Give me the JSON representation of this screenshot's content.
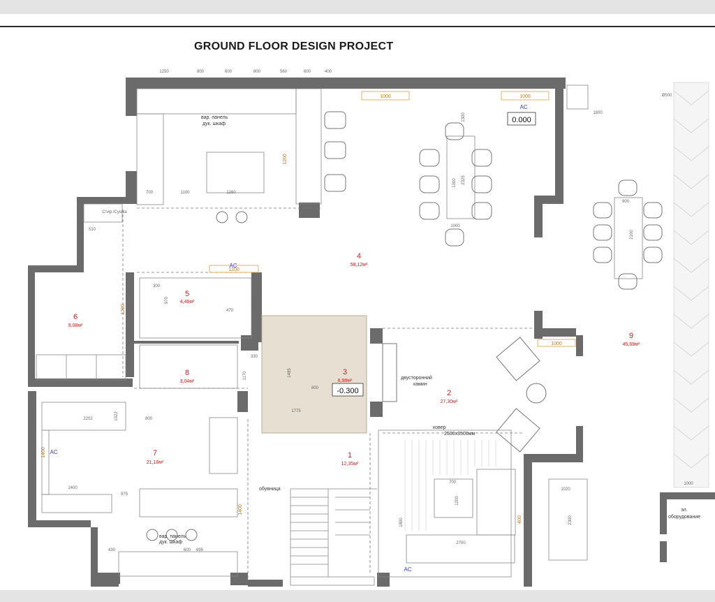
{
  "title": "GROUND FLOOR DESIGN PROJECT",
  "levels": {
    "main": "0.000",
    "sunken": "-0.300"
  },
  "ac_label": "AC",
  "rooms": [
    {
      "number": "1",
      "area": "12,35м²"
    },
    {
      "number": "2",
      "area": "27,30м²"
    },
    {
      "number": "3",
      "area": "6,98м²"
    },
    {
      "number": "4",
      "area": "58,12м²"
    },
    {
      "number": "5",
      "area": "4,46м²"
    },
    {
      "number": "6",
      "area": "9,08м²"
    },
    {
      "number": "7",
      "area": "21,18м²"
    },
    {
      "number": "8",
      "area": "3,04м²"
    },
    {
      "number": "9",
      "area": "45,69м²"
    }
  ],
  "notes": {
    "bar_panel_top": "вар. панель",
    "oven_top": "дук. шкаф",
    "bar_panel_bottom": "вар. панель",
    "oven_bottom": "дук. шкаф",
    "fireplace_1": "двусторонний",
    "fireplace_2": "камин",
    "carpet": "ковер",
    "carpet_size": "2500х3500мм",
    "shoes": "обувница",
    "equipment_1": "эл.",
    "equipment_2": "оборудование",
    "washer": "Стир./Сушка"
  },
  "cabinet_labels": [
    "1000",
    "1000",
    "1200",
    "1000",
    "1200",
    "1400",
    "1400",
    "400",
    "1200"
  ],
  "dims_top": [
    "1250",
    "800",
    "600",
    "800",
    "560",
    "600",
    "400"
  ],
  "dims_misc": [
    "1800",
    "Ø500",
    "2325",
    "1000",
    "1300",
    "2100",
    "900",
    "1000",
    "2202",
    "1022",
    "800",
    "1400",
    "975",
    "2700",
    "700",
    "1200",
    "1800",
    "430",
    "600",
    "695",
    "2300",
    "1020",
    "1000",
    "800",
    "1775",
    "1485",
    "330",
    "510",
    "700",
    "1100",
    "1260",
    "300",
    "970",
    "470",
    "1170",
    "1400"
  ]
}
